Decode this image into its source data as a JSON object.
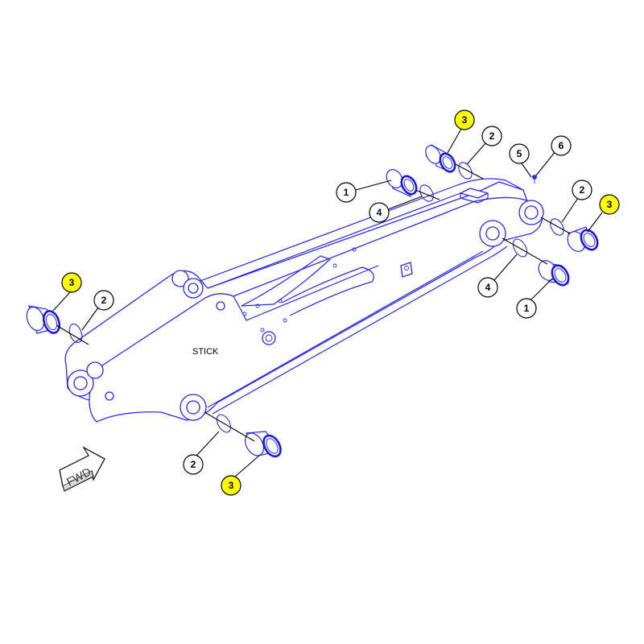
{
  "part_label": "STICK",
  "fwd_label": "FWD",
  "callouts": {
    "c3_top": "3",
    "c2_top": "2",
    "c5": "5",
    "c6": "6",
    "c1_upper": "1",
    "c4_upper": "4",
    "c2_right": "2",
    "c3_right": "3",
    "c4_lower": "4",
    "c1_lower": "1",
    "c3_left": "3",
    "c2_left": "2",
    "c2_bottom": "2",
    "c3_bottom": "3"
  },
  "colors": {
    "line": "#2a2ae8",
    "highlight": "#ffff00",
    "callout_outline": "#000000"
  }
}
